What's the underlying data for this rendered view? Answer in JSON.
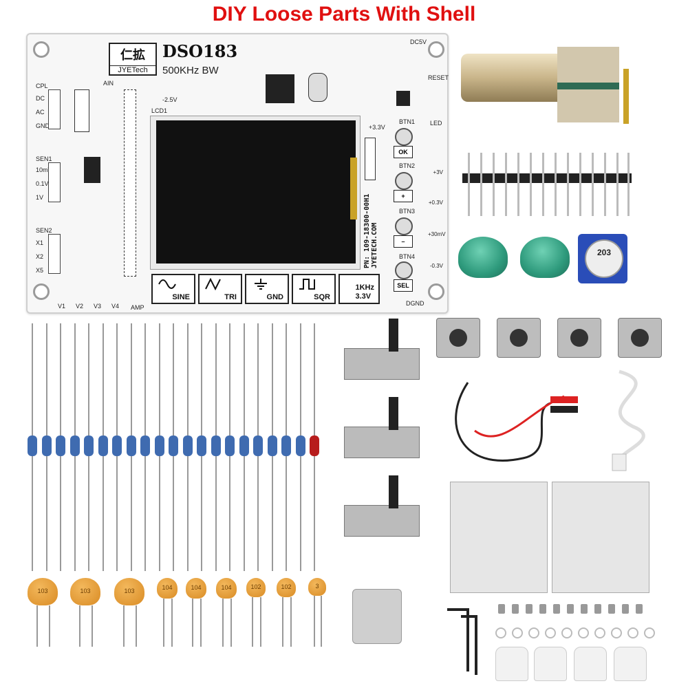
{
  "title": "DIY Loose Parts With Shell",
  "pcb": {
    "logo_mark": "仁拡",
    "logo_sub": "JYETech",
    "model": "DSO183",
    "bandwidth": "500KHz BW",
    "part_number": "PN: 109-18300-00H1",
    "website": "JYETECH.COM",
    "coupling_labels": [
      "CPL",
      "DC",
      "AC",
      "GND"
    ],
    "sen1_labels": [
      "SEN1",
      "10mV",
      "0.1V",
      "1V"
    ],
    "sen2_labels": [
      "SEN2",
      "X1",
      "X2",
      "X5"
    ],
    "bottom_points": [
      "V1",
      "V2",
      "V3",
      "V4"
    ],
    "signals": [
      {
        "label": "SINE"
      },
      {
        "label": "TRI"
      },
      {
        "label": "GND"
      },
      {
        "label": "SQR"
      },
      {
        "label": "1KHz\n3.3V"
      }
    ],
    "buttons": [
      "OK",
      "+",
      "–",
      "SEL"
    ],
    "button_ids": [
      "BTN1",
      "BTN2",
      "BTN3",
      "BTN4"
    ],
    "voltage_points": [
      "+3V",
      "+0.3V",
      "+30mV",
      "-0.3V"
    ],
    "reset_label": "RESET",
    "led_label": "LED",
    "dc5v_label": "DC5V",
    "plus33_label": "+3.3V",
    "minus25_label": "-2.5V",
    "dgnd_label": "DGND",
    "amp_label": "AMP",
    "ain_label": "AIN",
    "lcd_label": "LCD1"
  },
  "trimmer_label": "203",
  "ceramic_caps": [
    "103",
    "103",
    "103",
    "104",
    "104",
    "104",
    "102",
    "102",
    "3"
  ],
  "colors": {
    "title": "#e01010",
    "pcb": "#f7f7f7",
    "green_cap": "#2e9a7c",
    "trimmer": "#2a4db8",
    "resistor": "#3f6bb0",
    "ceramic": "#d98b24"
  }
}
